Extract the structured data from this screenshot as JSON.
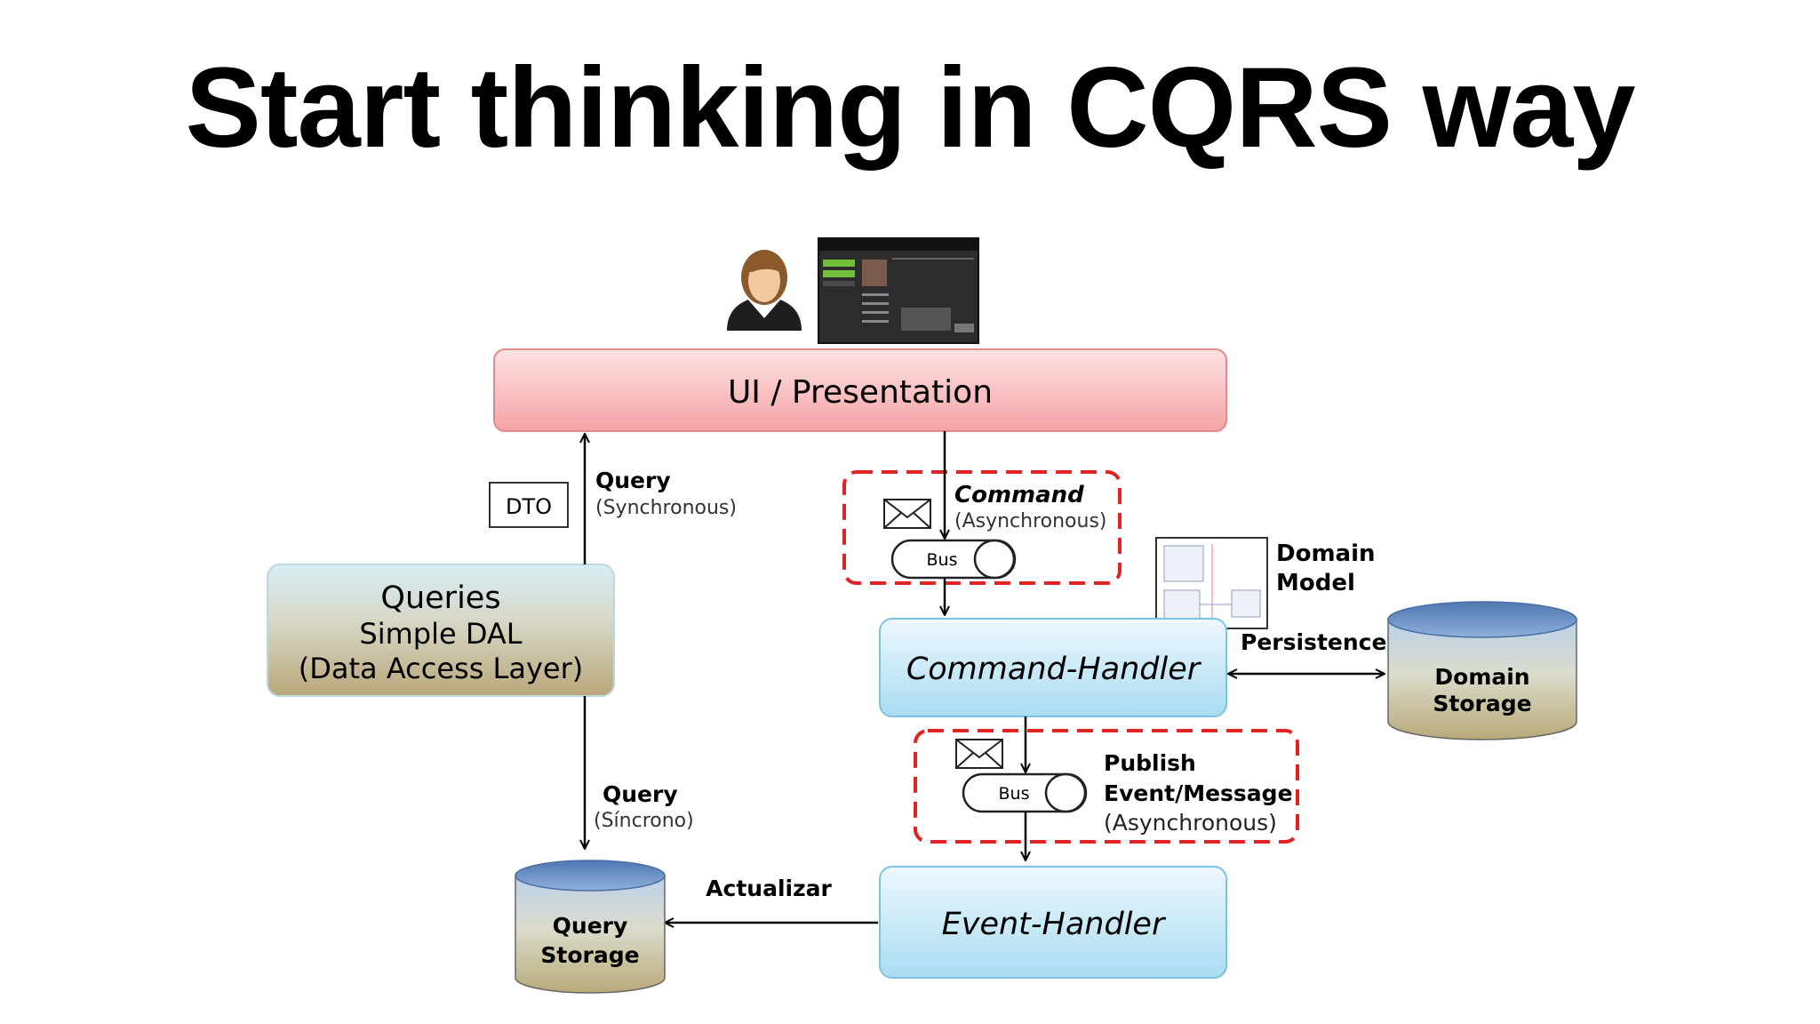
{
  "title": "Start thinking in CQRS way",
  "ui_box": {
    "label": "UI / Presentation"
  },
  "queries_box": {
    "title": "Queries",
    "line1": "Simple DAL",
    "line2": "(Data Access Layer)"
  },
  "dto": "DTO",
  "query_up": {
    "label": "Query",
    "sub": "(Synchronous)"
  },
  "query_down": {
    "label": "Query",
    "sub": "(Síncrono)"
  },
  "command": {
    "label": "Command",
    "sub": "(Asynchronous)"
  },
  "bus_label": "Bus",
  "domain_model": {
    "line1": "Domain",
    "line2": "Model"
  },
  "command_handler": "Command-Handler",
  "persistence": "Persistence",
  "domain_storage": {
    "line1": "Domain",
    "line2": "Storage"
  },
  "publish": {
    "line1": "Publish",
    "line2": "Event/Message",
    "line3": "(Asynchronous)"
  },
  "event_handler": "Event-Handler",
  "actualizar": "Actualizar",
  "query_storage": {
    "line1": "Query",
    "line2": "Storage"
  },
  "colors": {
    "ui_top": "#fde3e3",
    "ui_bottom": "#f5a3a6",
    "ui_border": "#e08a8d",
    "queries_top": "#d7eef4",
    "queries_bottom": "#b9a77a",
    "handler_top": "#eef8fd",
    "handler_bottom": "#a9dcf2",
    "handler_border": "#7cc2e3",
    "dashed": "#e02424",
    "cyl_top": "#5f86bd",
    "cyl_bottom": "#cbbd94"
  }
}
